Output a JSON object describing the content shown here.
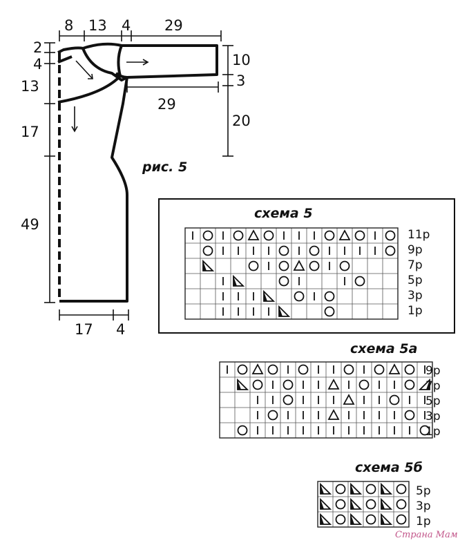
{
  "figure": {
    "caption": "рис. 5",
    "dimensions": {
      "top": [
        "8",
        "13",
        "4",
        "29"
      ],
      "left": [
        "2",
        "4",
        "13",
        "17",
        "49"
      ],
      "sleeve_right": [
        "10",
        "3",
        "20"
      ],
      "sleeve_bottom": "29",
      "bottom": [
        "17",
        "4"
      ]
    }
  },
  "charts": [
    {
      "title": "схема 5",
      "row_labels": [
        "11р",
        "9р",
        "7р",
        "5р",
        "3р",
        "1р"
      ],
      "rows": [
        "|O|OAO|||OAO|O",
        " O||||O|O||||O|",
        " L  O|OAO|O    ",
        "  |L  O|  |O   ",
        "  |||L O|O     ",
        "  ||||L  O     "
      ]
    },
    {
      "title": "схема 5а",
      "row_labels": [
        "9р",
        "7р",
        "5р",
        "3р",
        "1р"
      ],
      "rows": [
        "|OAO|O||O|OAO|",
        " LO|O||A|O||OR",
        "  ||O|||A||O|| ",
        "  |O|||A||||O| ",
        " O|||||||||||O"
      ]
    },
    {
      "title": "схема 5б",
      "row_labels": [
        "5р",
        "3р",
        "1р"
      ],
      "rows": [
        "LOLOLO",
        "LOLOLO",
        "LOLOLO"
      ]
    }
  ],
  "watermark": "Страна Мам",
  "legend_symbols": {
    "|": "vertical-bar-icon",
    "O": "yarn-over-circle-icon",
    "A": "triangle-icon",
    "L": "left-decrease-triangle-icon",
    "R": "right-decrease-triangle-icon"
  }
}
